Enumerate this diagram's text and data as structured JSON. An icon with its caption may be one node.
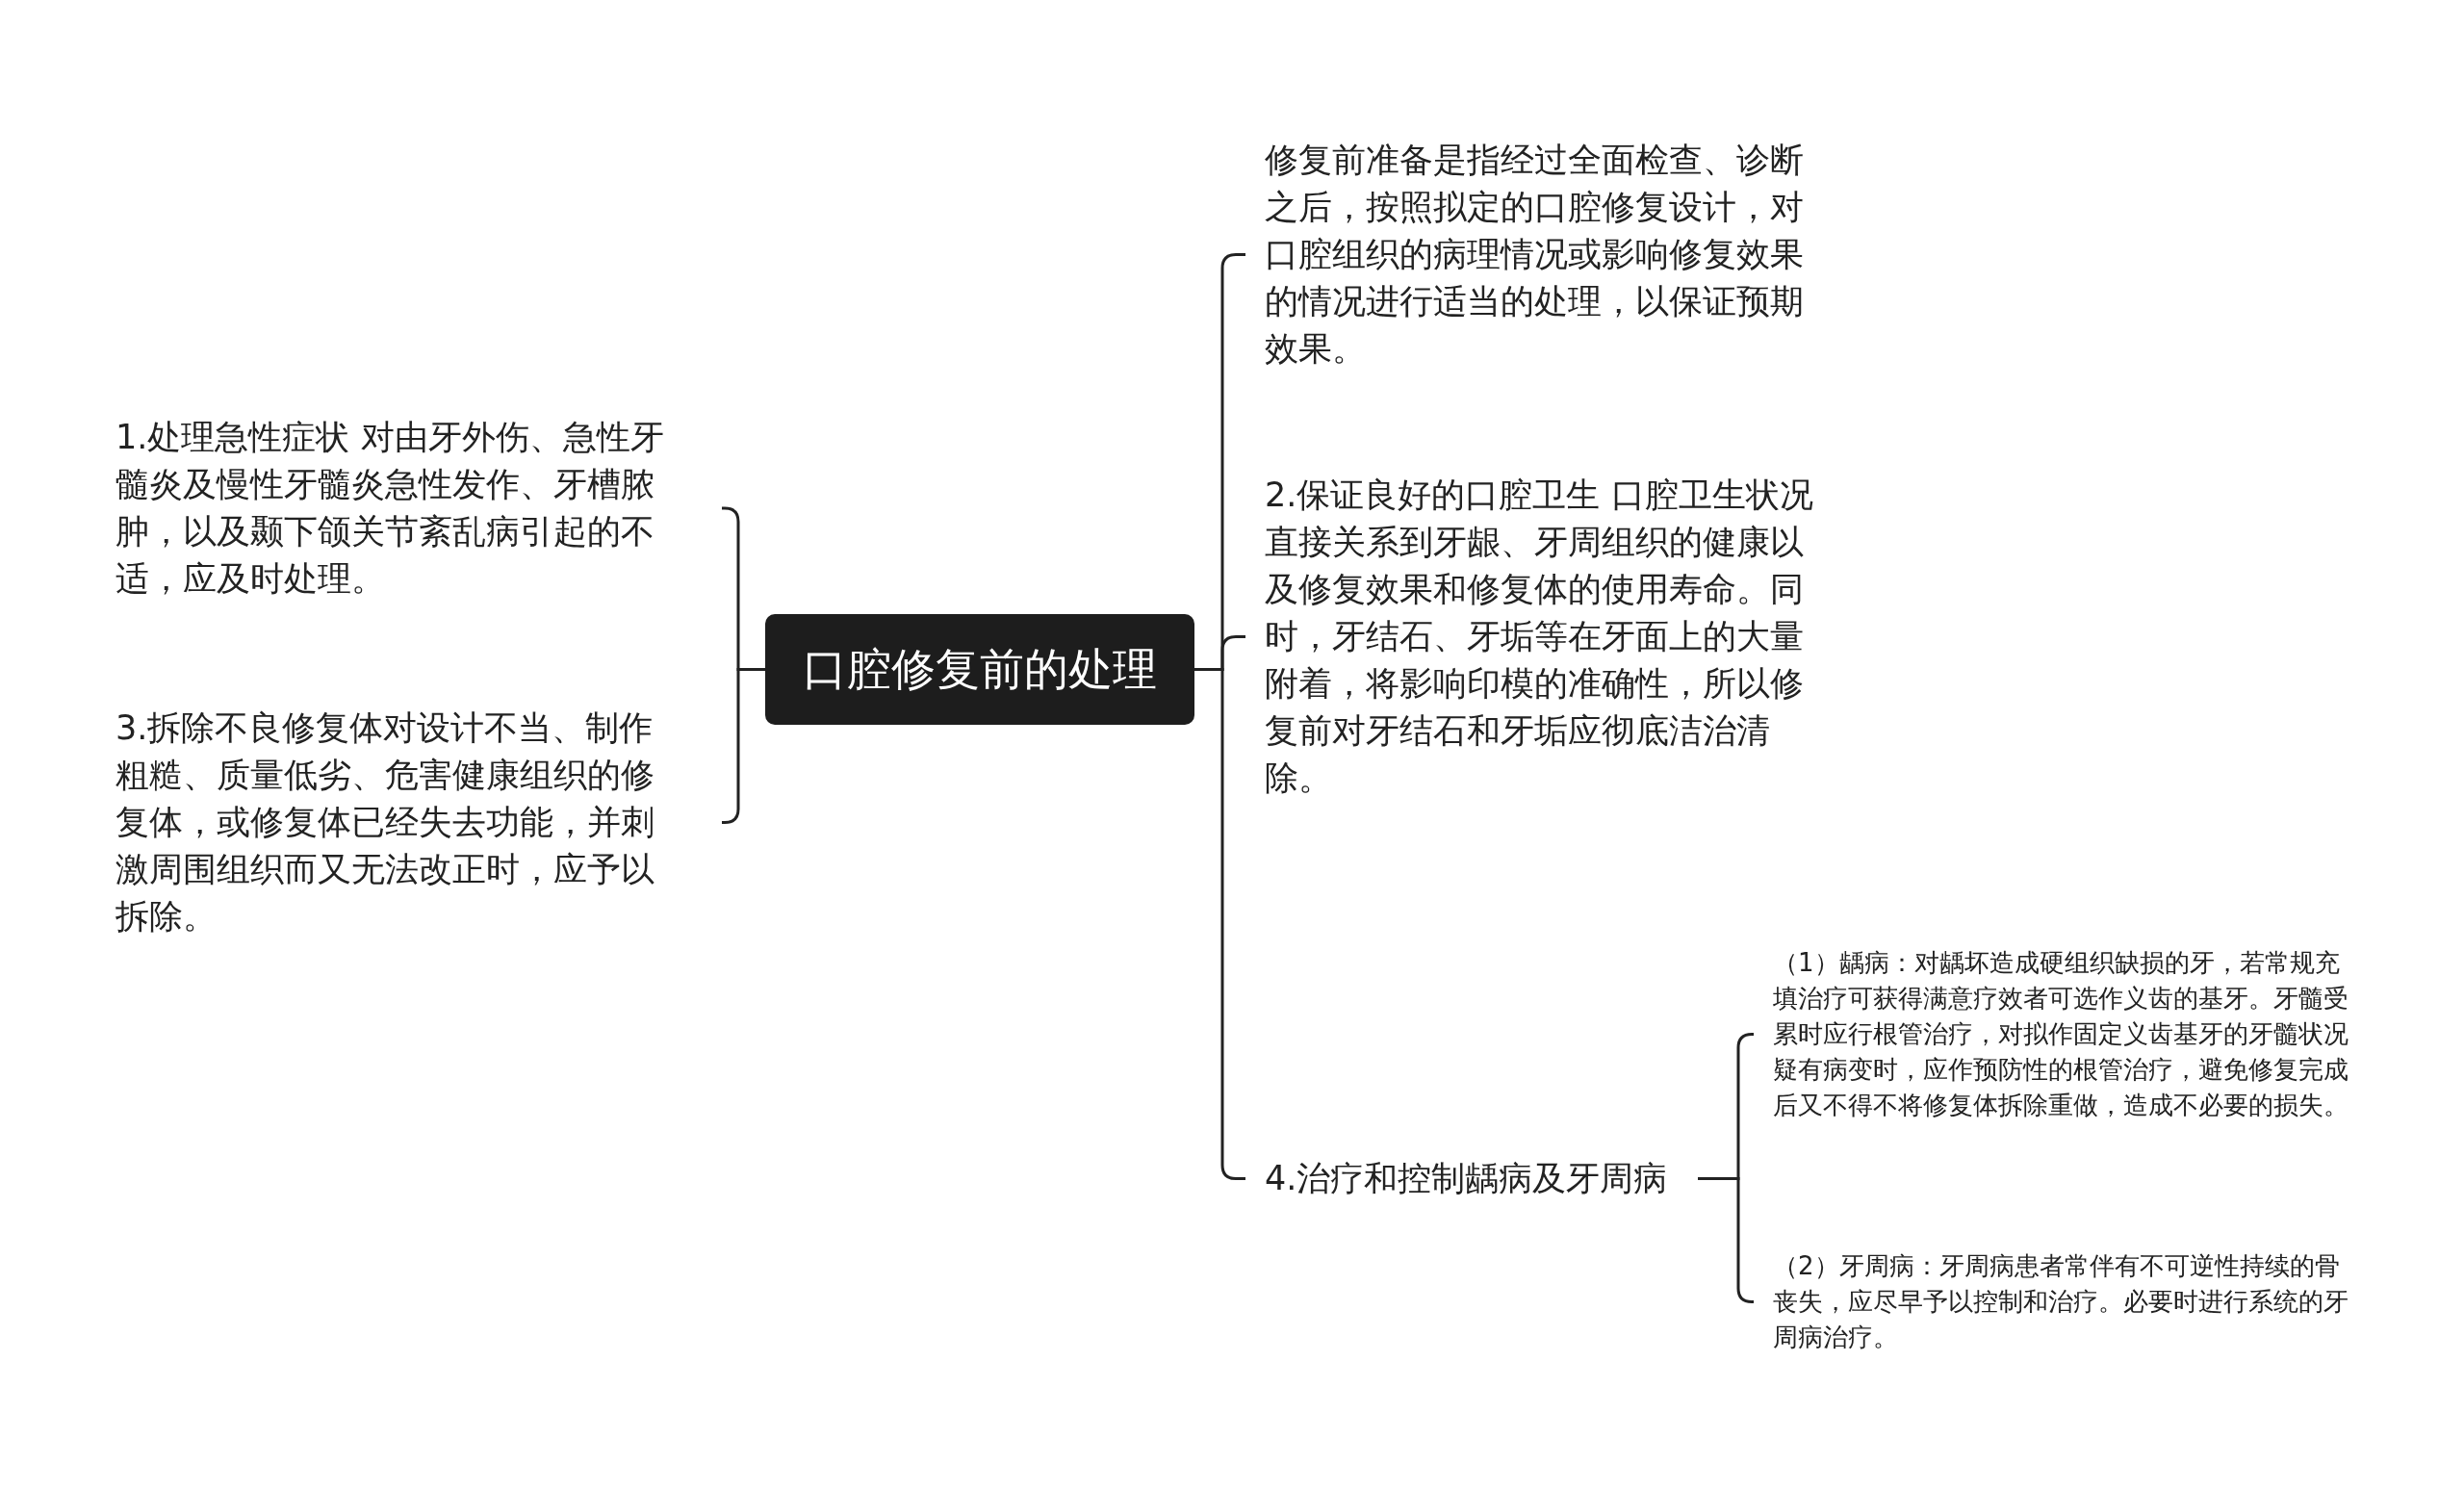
{
  "diagram": {
    "nodes": [
      {
        "text": [
          "口腔修复前的处理"
        ]
      },
      {
        "text": [
          "1.处理急性症状 对由牙外伤、急性牙髓炎及慢性牙髓炎急性发作、牙槽脓肿，以及颞下颌关节紊乱病引起的不适，应及时处理。"
        ]
      },
      {
        "text": [
          "3.拆除不良修复体对设计不当、制作粗糙、质量低劣、危害健康组织的修复体，或修复体已经失去功能，并刺激周围组织而又无法改正时，应予以拆除。"
        ]
      },
      {
        "text": [
          "修复前准备是指经过全面检查、诊断之后，按照拟定的口腔修复设计，对口腔组织的病理情况或影响修复效果的情况进行适当的处理，以保证预期效果。"
        ]
      },
      {
        "text": [
          "2.保证良好的口腔卫生 口腔卫生状况直接关系到牙龈、牙周组织的健康以及修复效果和修复体的使用寿命。同时，牙结石、牙垢等在牙面上的大量附着，将影响印模的准确性，所以修复前对牙结石和牙垢应彻底洁治清除。"
        ]
      },
      {
        "text": [
          "4.治疗和控制龋病及牙周病"
        ]
      },
      {
        "text": [
          "（1）龋病：对龋坏造成硬组织缺损的牙，若常规充填治疗可获得满意疗效者可选作义齿的基牙。牙髓受累时应行根管治疗，对拟作固定义齿基牙的牙髓状况疑有病变时，应作预防性的根管治疗，避免修复完成后又不得不将修复体拆除重做，造成不必要的损失。"
        ]
      },
      {
        "text": [
          "（2）牙周病：牙周病患者常伴有不可逆性持续的骨丧失，应尽早予以控制和治疗。必要时进行系统的牙周病治疗。"
        ]
      }
    ],
    "edges": [
      {
        "from": 0,
        "to": 1,
        "arrow": "none"
      },
      {
        "from": 0,
        "to": 2,
        "arrow": "none"
      },
      {
        "from": 0,
        "to": 3,
        "arrow": "none"
      },
      {
        "from": 0,
        "to": 4,
        "arrow": "none"
      },
      {
        "from": 0,
        "to": 5,
        "arrow": "none"
      },
      {
        "from": 5,
        "to": 6,
        "arrow": "none"
      },
      {
        "from": 5,
        "to": 7,
        "arrow": "none"
      }
    ]
  }
}
